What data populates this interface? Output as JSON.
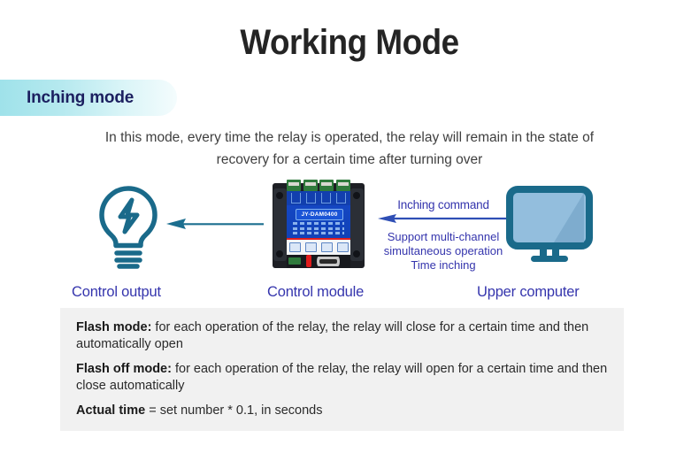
{
  "header": {
    "title": "Working Mode",
    "badge_label": "Inching mode"
  },
  "description": "In this mode, every time the relay is operated, the relay will remain in the state of recovery for a certain time after turning over",
  "diagram": {
    "labels": {
      "control_output": "Control output",
      "control_module": "Control module",
      "upper_computer": "Upper computer"
    },
    "module_part_number": "JY-DAM0400",
    "command": {
      "title": "Inching command",
      "sub_lines": [
        "Support multi-channel",
        "simultaneous operation",
        "Time inching"
      ]
    },
    "icons": {
      "bulb": "light-bulb-icon",
      "monitor": "computer-monitor-icon",
      "output_arrow": "arrow-left-icon",
      "command_arrow": "arrow-left-icon"
    }
  },
  "notes": [
    {
      "lead": "Flash mode:",
      "body": " for each operation of the relay, the relay will close for a certain time and then automatically open"
    },
    {
      "lead": "Flash off mode:",
      "body": " for each operation of the relay, the relay will open for a certain time and then close automatically"
    },
    {
      "lead": "Actual time",
      "body": " = set number * 0.1, in seconds"
    }
  ],
  "colors": {
    "title": "#242424",
    "badge_gradient_start": "#9fe2ea",
    "badge_gradient_end": "#f4fcfd",
    "badge_text": "#1c2060",
    "diagram_label": "#3535ad",
    "icon_teal": "#1a6a8a",
    "screen_blue": "#93bedd",
    "module_blue": "#1144bb",
    "notes_background": "#f1f1f1"
  }
}
